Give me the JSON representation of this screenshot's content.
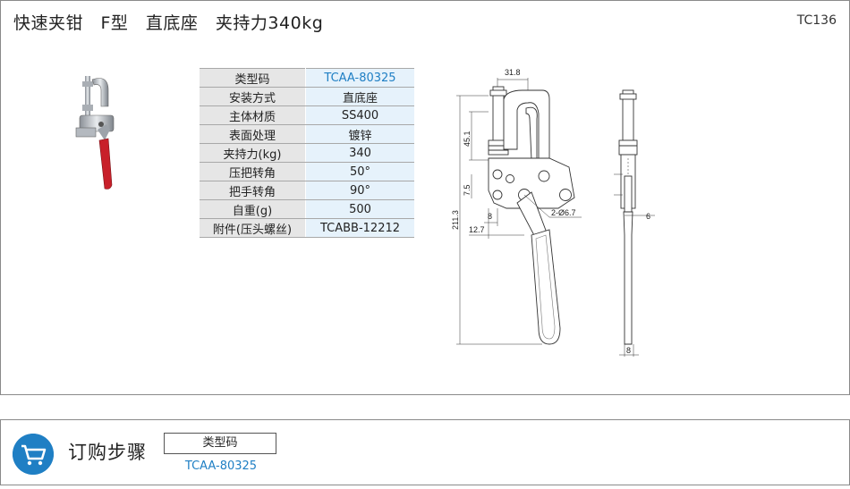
{
  "header": {
    "title": "快速夹钳　F型　直底座　夹持力340kg",
    "code": "TC136"
  },
  "specs": [
    {
      "label": "类型码",
      "value": "TCAA-80325",
      "link": true
    },
    {
      "label": "安装方式",
      "value": "直底座"
    },
    {
      "label": "主体材质",
      "value": "SS400"
    },
    {
      "label": "表面处理",
      "value": "镀锌"
    },
    {
      "label": "夹持力(kg)",
      "value": "340"
    },
    {
      "label": "压把转角",
      "value": "50°"
    },
    {
      "label": "把手转角",
      "value": "90°"
    },
    {
      "label": "自重(g)",
      "value": "500"
    },
    {
      "label": "附件(压头螺丝)",
      "value": "TCABB-12212"
    }
  ],
  "drawing": {
    "dims": {
      "top_width": "31.8",
      "height_upper": "45.1",
      "pivot_offset": "7.5",
      "overall_height": "211.3",
      "base_a": "8",
      "base_b": "12.7",
      "holes": "2-Ø6.7",
      "side_thickness": "6",
      "side_width": "8"
    }
  },
  "order": {
    "heading": "订购步骤",
    "type_label": "类型码",
    "type_value": "TCAA-80325"
  },
  "colors": {
    "accent": "#1f7fc4",
    "handle": "#c8202a"
  }
}
